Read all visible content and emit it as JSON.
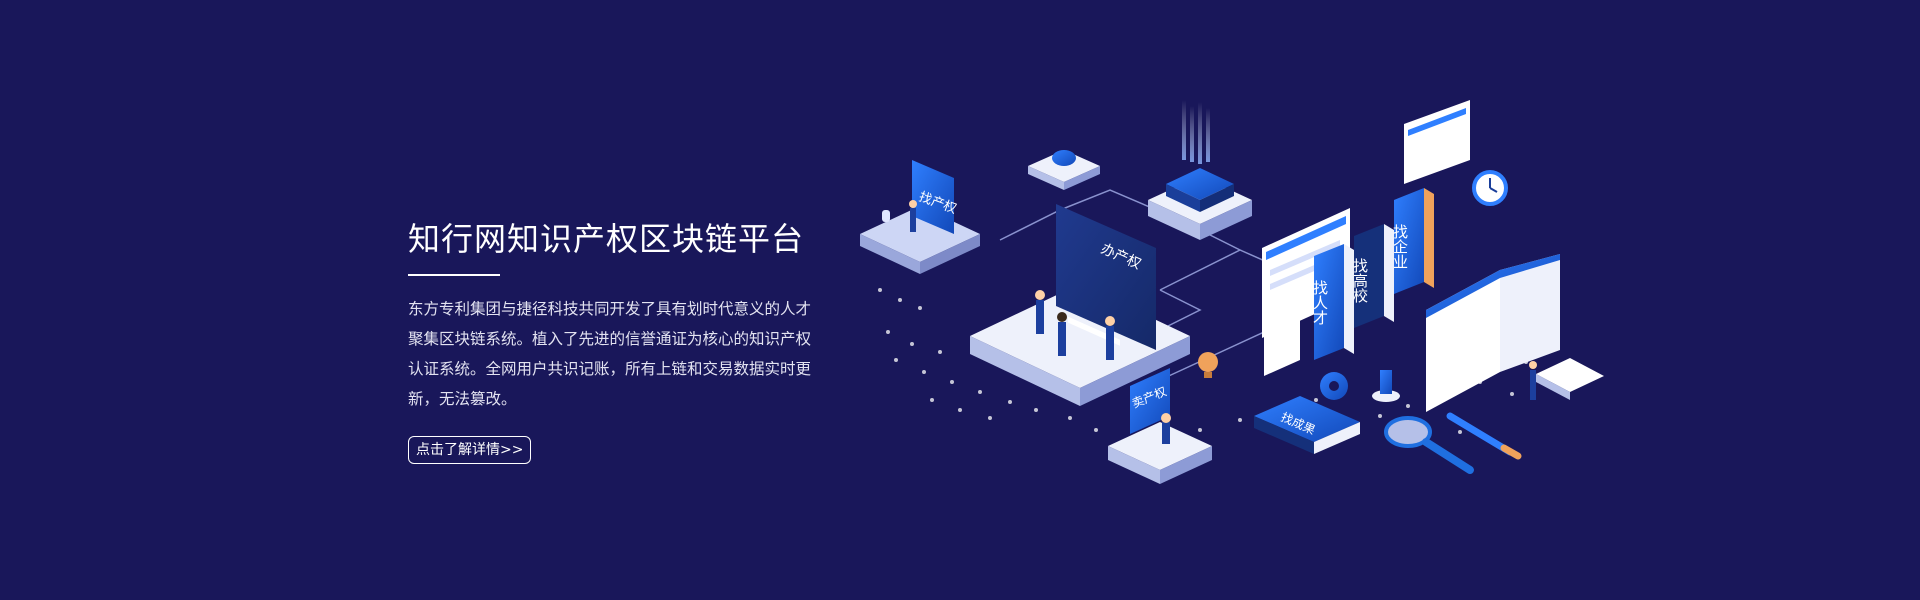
{
  "hero": {
    "title": "知行网知识产权区块链平台",
    "description": "东方专利集团与捷径科技共同开发了具有划时代意义的人才聚集区块链系统。植入了先进的信誉通证为核心的知识产权认证系统。全网用户共识记账，所有上链和交易数据实时更新，无法篡改。",
    "button_label": "点击了解详情>>"
  },
  "illustration": {
    "sign_find_ip": "找产权",
    "sign_handle_ip": "办产权",
    "sign_sell_ip": "卖产权",
    "book_find_talent": "找人才",
    "book_find_college": "找高校",
    "book_find_enterprise": "找企业",
    "book_find_results": "找成果"
  },
  "colors": {
    "background": "#19175a",
    "accent_blue": "#1f6fe0",
    "platform_white": "#eef1fb"
  }
}
